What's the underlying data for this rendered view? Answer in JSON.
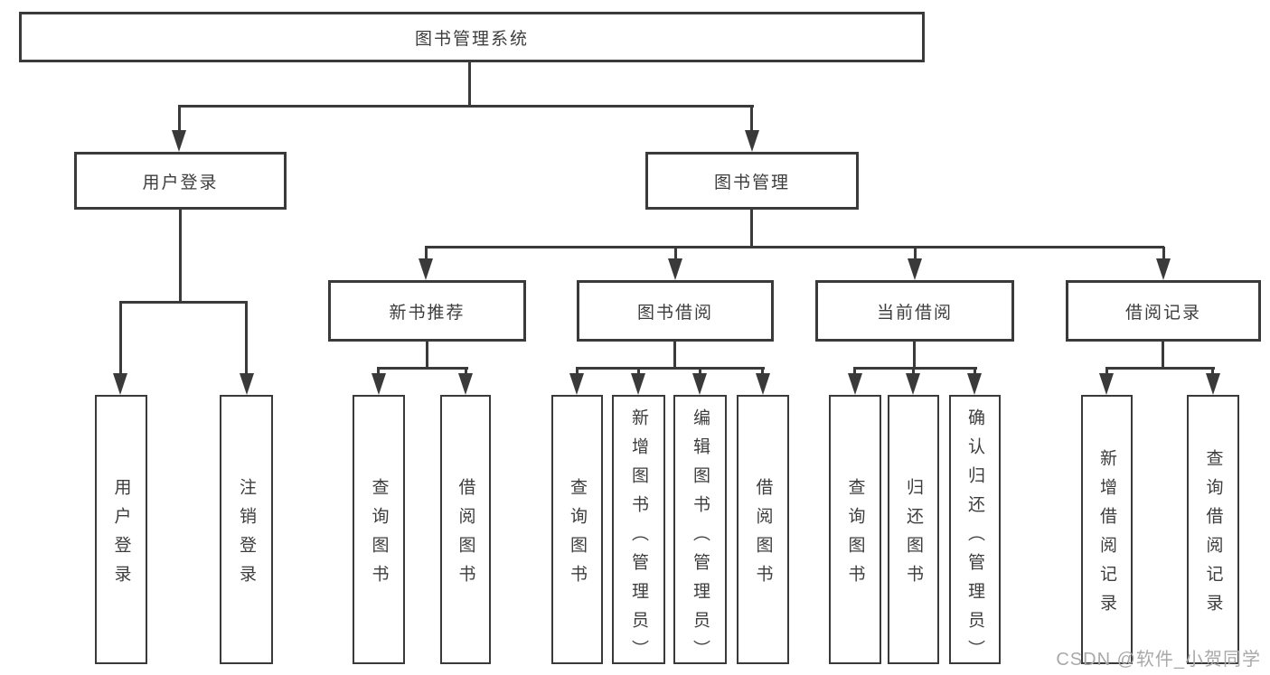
{
  "diagram": {
    "root": {
      "label": "图书管理系统"
    },
    "branches": [
      {
        "label": "用户登录",
        "children": [
          {
            "label": "用户登录"
          },
          {
            "label": "注销登录"
          }
        ]
      },
      {
        "label": "图书管理",
        "children": [
          {
            "label": "新书推荐",
            "children": [
              {
                "label": "查询图书"
              },
              {
                "label": "借阅图书"
              }
            ]
          },
          {
            "label": "图书借阅",
            "children": [
              {
                "label": "查询图书"
              },
              {
                "label": "新增图书（管理员）"
              },
              {
                "label": "编辑图书（管理员）"
              },
              {
                "label": "借阅图书"
              }
            ]
          },
          {
            "label": "当前借阅",
            "children": [
              {
                "label": "查询图书"
              },
              {
                "label": "归还图书"
              },
              {
                "label": "确认归还（管理员）"
              }
            ]
          },
          {
            "label": "借阅记录",
            "children": [
              {
                "label": "新增借阅记录"
              },
              {
                "label": "查询借阅记录"
              }
            ]
          }
        ]
      }
    ]
  },
  "watermark": {
    "text": "CSDN @软件_小贺同学"
  },
  "colors": {
    "line": "#3a3a3a",
    "text": "#3d3d3d",
    "background": "#ffffff",
    "watermark": "#a9a9a9"
  }
}
